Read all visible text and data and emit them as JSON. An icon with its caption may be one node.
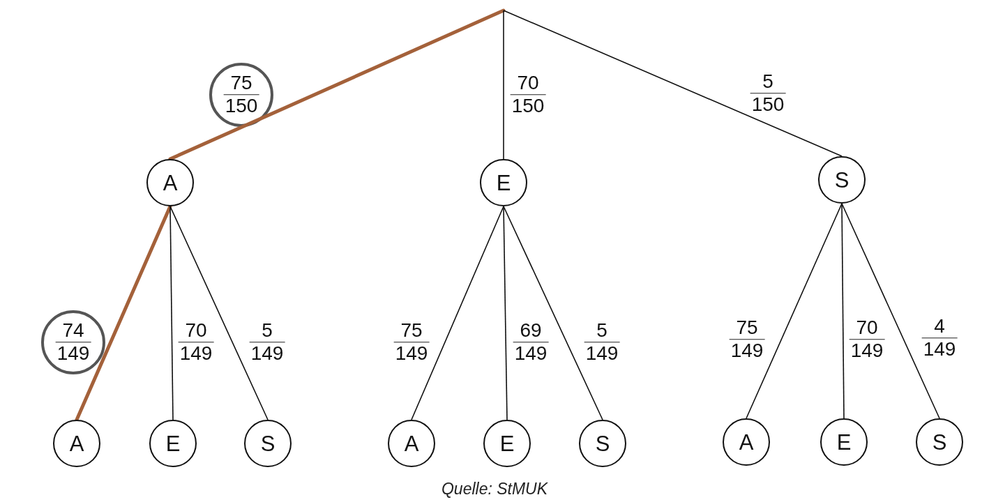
{
  "diagram": {
    "caption": "Quelle: StMUK",
    "nodes": [
      {
        "text": [
          "A"
        ]
      },
      {
        "text": [
          "E"
        ]
      },
      {
        "text": [
          "S"
        ]
      },
      {
        "text": [
          "A"
        ]
      },
      {
        "text": [
          "E"
        ]
      },
      {
        "text": [
          "S"
        ]
      },
      {
        "text": [
          "A"
        ]
      },
      {
        "text": [
          "E"
        ]
      },
      {
        "text": [
          "S"
        ]
      },
      {
        "text": [
          "A"
        ]
      },
      {
        "text": [
          "E"
        ]
      },
      {
        "text": [
          "S"
        ]
      }
    ],
    "edges": [
      {
        "from": null,
        "to": 0,
        "arrow": "none",
        "label": "75 150",
        "style": "thick",
        "color": "#a4613a"
      },
      {
        "from": null,
        "to": 1,
        "arrow": "none",
        "label": "70 150"
      },
      {
        "from": null,
        "to": 2,
        "arrow": "none",
        "label": "5 150"
      },
      {
        "from": 0,
        "to": 3,
        "arrow": "none",
        "label": "74 149",
        "style": "thick",
        "color": "#a4613a"
      },
      {
        "from": 0,
        "to": 4,
        "arrow": "none",
        "label": "70 149"
      },
      {
        "from": 0,
        "to": 5,
        "arrow": "none",
        "label": "5 149"
      },
      {
        "from": 1,
        "to": 6,
        "arrow": "none",
        "label": "75 149"
      },
      {
        "from": 1,
        "to": 7,
        "arrow": "none",
        "label": "69 149"
      },
      {
        "from": 1,
        "to": 8,
        "arrow": "none",
        "label": "5 149"
      },
      {
        "from": 2,
        "to": 9,
        "arrow": "none",
        "label": "75 149"
      },
      {
        "from": 2,
        "to": 10,
        "arrow": "none",
        "label": "70 149"
      },
      {
        "from": 2,
        "to": 11,
        "arrow": "none",
        "label": "4 149"
      }
    ]
  }
}
